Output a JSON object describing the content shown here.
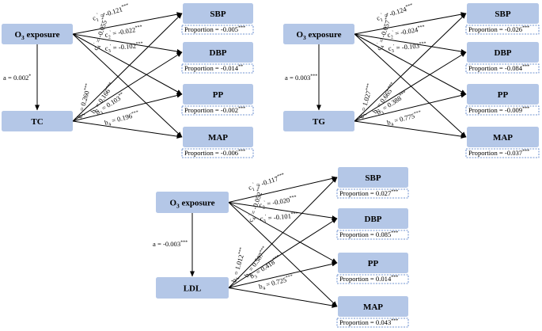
{
  "panels": [
    {
      "exposure": "O3 exposure",
      "mediator": "TC",
      "a_label": "a = 0.002*",
      "outcomes": [
        {
          "name": "SBP",
          "proportion": "Proportion = -0.005***"
        },
        {
          "name": "DBP",
          "proportion": "Proportion = -0.014**"
        },
        {
          "name": "PP",
          "proportion": "Proportion = -0.002***"
        },
        {
          "name": "MAP",
          "proportion": "Proportion = -0.006***"
        }
      ],
      "c_labels": [
        "c1' = -0.121***",
        "c2' = -0.022***",
        "c3' = -0.102***",
        "c4' = -0.055***"
      ],
      "b_labels": [
        "b1 = 0.260***",
        "b2 = 0.166***",
        "b3 = 0.103**",
        "b4 = 0.196***"
      ]
    },
    {
      "exposure": "O3 exposure",
      "mediator": "TG",
      "a_label": "a = 0.003***",
      "outcomes": [
        {
          "name": "SBP",
          "proportion": "Proportion = -0.026***"
        },
        {
          "name": "DBP",
          "proportion": "Proportion = -0.084***"
        },
        {
          "name": "PP",
          "proportion": "Proportion = -0.009***"
        },
        {
          "name": "MAP",
          "proportion": "Proportion = -0.037***"
        }
      ],
      "c_labels": [
        "c1' = -0.124***",
        "c2' = -0.024***",
        "c3' = -0.103***",
        "c4' = -0.057***"
      ],
      "b_labels": [
        "b1 = 1.027***",
        "b2 = 0.665***",
        "b3 = 0.388***",
        "b4 = 0.775***"
      ]
    },
    {
      "exposure": "O3 exposure",
      "mediator": "LDL",
      "a_label": "a = -0.003***",
      "outcomes": [
        {
          "name": "SBP",
          "proportion": "Proportion = 0.027***"
        },
        {
          "name": "DBP",
          "proportion": "Proportion = 0.085***"
        },
        {
          "name": "PP",
          "proportion": "Proportion = 0.014***"
        },
        {
          "name": "MAP",
          "proportion": "Proportion = 0.043***"
        }
      ],
      "c_labels": [
        "c1' = -0.117***",
        "c2' = -0.020***",
        "c3' = -0.101***",
        "c4' = -0.052***"
      ],
      "b_labels": [
        "b1 = 1.012***",
        "b2 = 0.587***",
        "b3 = 0.418***",
        "b4 = 0.725***"
      ]
    }
  ],
  "colors": {
    "node_fill": "#b4c7e7",
    "proportion_border": "#4472c4",
    "arrow": "#000000"
  }
}
